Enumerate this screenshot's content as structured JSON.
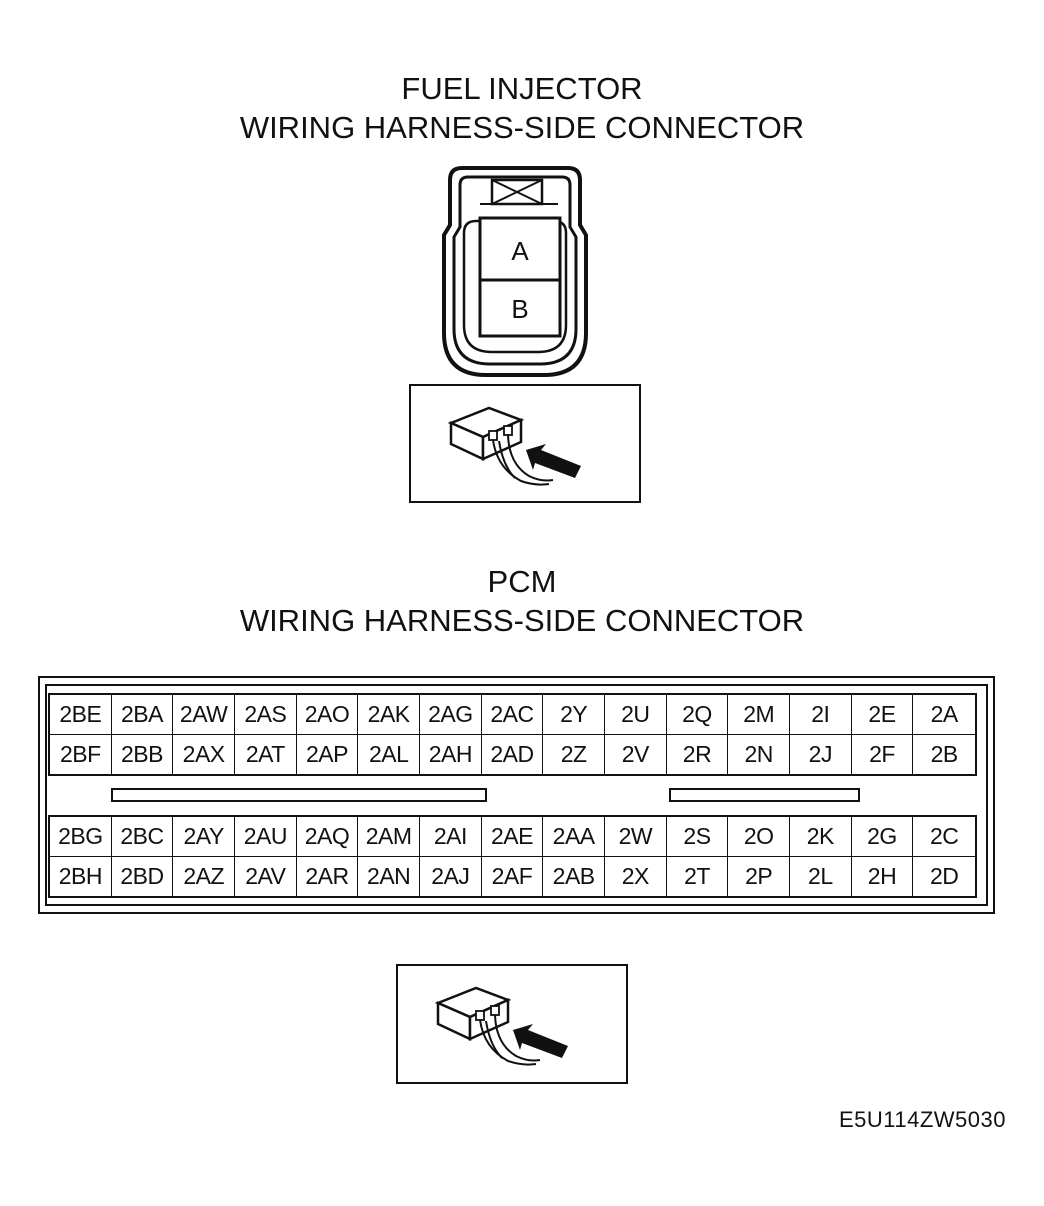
{
  "fuel_injector": {
    "title_line1": "FUEL INJECTOR",
    "title_line2": "WIRING HARNESS-SIDE CONNECTOR",
    "terminals": [
      "A",
      "B"
    ]
  },
  "pcm": {
    "title_line1": "PCM",
    "title_line2": "WIRING HARNESS-SIDE CONNECTOR",
    "upper_block": {
      "row1": [
        "2BE",
        "2BA",
        "2AW",
        "2AS",
        "2AO",
        "2AK",
        "2AG",
        "2AC",
        "2Y",
        "2U",
        "2Q",
        "2M",
        "2I",
        "2E",
        "2A"
      ],
      "row2": [
        "2BF",
        "2BB",
        "2AX",
        "2AT",
        "2AP",
        "2AL",
        "2AH",
        "2AD",
        "2Z",
        "2V",
        "2R",
        "2N",
        "2J",
        "2F",
        "2B"
      ]
    },
    "lower_block": {
      "row1": [
        "2BG",
        "2BC",
        "2AY",
        "2AU",
        "2AQ",
        "2AM",
        "2AI",
        "2AE",
        "2AA",
        "2W",
        "2S",
        "2O",
        "2K",
        "2G",
        "2C"
      ],
      "row2": [
        "2BH",
        "2BD",
        "2AZ",
        "2AV",
        "2AR",
        "2AN",
        "2AJ",
        "2AF",
        "2AB",
        "2X",
        "2T",
        "2P",
        "2L",
        "2H",
        "2D"
      ]
    }
  },
  "icons": {
    "probe_direction": "harness-side-probe-icon"
  },
  "figure_code": "E5U114ZW5030"
}
